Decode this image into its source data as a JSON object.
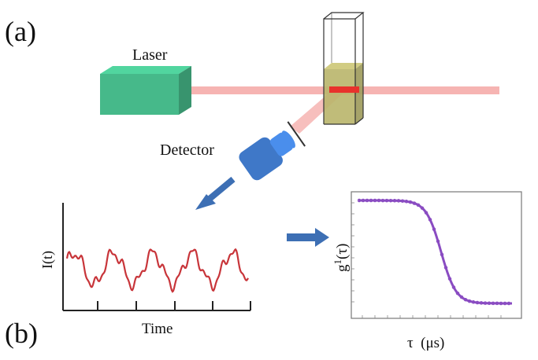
{
  "labels": {
    "panel_a": "(a)",
    "panel_b": "(b)",
    "laser": "Laser",
    "detector": "Detector",
    "intensity_axis": "I(t)",
    "time_axis": "Time",
    "g1_axis_base": "g",
    "g1_axis_sup": "1",
    "g1_axis_arg": "(τ)",
    "tau_axis": "τ  (μs)"
  },
  "colors": {
    "laser_box": "#46b98a",
    "beam": "#f6b4b2",
    "cuvette_liquid": "#b9b56a",
    "scatter_spot": "#e8322c",
    "detector_body": "#3f78c8",
    "arrow": "#3d6fb4",
    "intensity_trace": "#c8353a",
    "correlation_curve": "#8a4cc2"
  }
}
